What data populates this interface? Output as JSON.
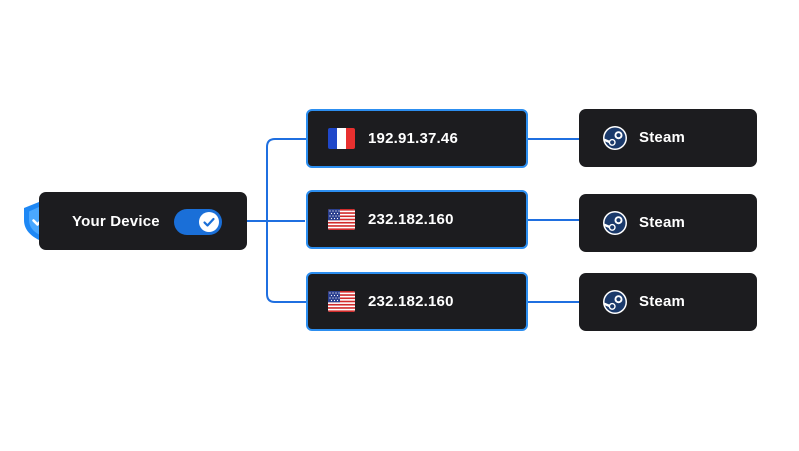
{
  "device": {
    "label": "Your Device",
    "toggle_on": true,
    "icons": [
      "shield-check-icon",
      "toggle-check-icon"
    ]
  },
  "routes": [
    {
      "flag": "france-flag-icon",
      "ip": "192.91.37.46",
      "app": "Steam",
      "app_icon": "steam-icon"
    },
    {
      "flag": "usa-flag-icon",
      "ip": "232.182.160",
      "app": "Steam",
      "app_icon": "steam-icon"
    },
    {
      "flag": "usa-flag-icon",
      "ip": "232.182.160",
      "app": "Steam",
      "app_icon": "steam-icon"
    }
  ],
  "colors": {
    "card": "#1c1c1f",
    "accent": "#2c8ef0",
    "connector": "#1f6fe0",
    "toggle": "#1a6fd8",
    "shield": "#1e88f5"
  }
}
